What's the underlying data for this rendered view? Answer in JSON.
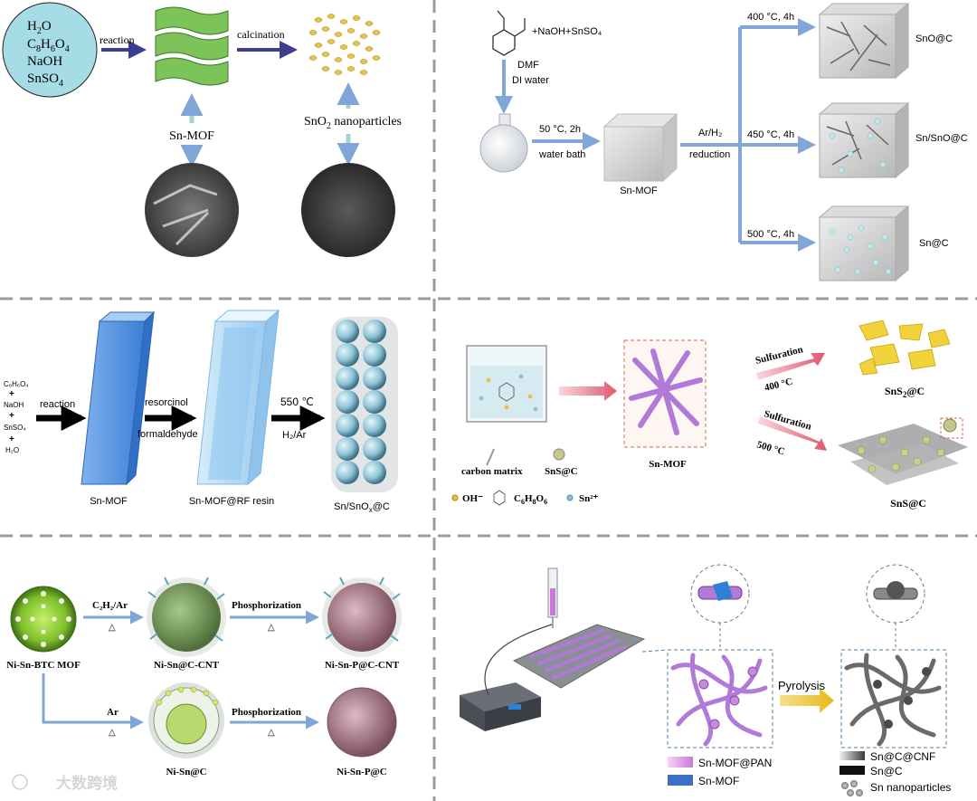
{
  "panel1": {
    "reagents": [
      "H",
      "O",
      "C",
      "H",
      "O",
      "NaOH",
      "SnSO"
    ],
    "reagent_lines": {
      "water": {
        "a": "H",
        "sub": "2",
        "b": "O"
      },
      "phthalic": {
        "a": "C",
        "s1": "8",
        "b": "H",
        "s2": "6",
        "c": "O",
        "s3": "4"
      },
      "naoh": "NaOH",
      "snso4": {
        "a": "SnSO",
        "sub": "4"
      }
    },
    "reaction": "reaction",
    "calcination": "calcination",
    "sn_mof": "Sn-MOF",
    "sno2": {
      "a": "SnO",
      "sub": "2",
      "b": " nanoparticles"
    }
  },
  "panel2": {
    "reagents": "+NaOH+SnSO₄",
    "dmf": "DMF",
    "water": "DI water",
    "cond1": "50 °C, 2h",
    "cond1b": "water bath",
    "cube_label": "Sn-MOF",
    "arh2": "Ar/H₂",
    "reduction": "reduction",
    "branches": [
      {
        "cond": "400 °C, 4h",
        "product": "SnO@C"
      },
      {
        "cond": "450 °C, 4h",
        "product": "Sn/SnO@C"
      },
      {
        "cond": "500 °C, 4h",
        "product": "Sn@C"
      }
    ]
  },
  "panel3": {
    "reagents": [
      "C₈H₆O₄",
      "NaOH",
      "SnSO₄",
      "H₂O"
    ],
    "reaction": "reaction",
    "resorcinol": "resorcinol",
    "formaldehyde": "formaldehyde",
    "temp": "550 ℃",
    "gas": "H₂/Ar",
    "label1": "Sn-MOF",
    "label2": "Sn-MOF@RF resin",
    "label3": {
      "a": "Sn/SnO",
      "sub": "x",
      "b": "@C"
    }
  },
  "panel4": {
    "sulf1": "Sulfuration",
    "temp1": "400 °C",
    "sulf2": "Sulfuration",
    "temp2": "500 °C",
    "product1": {
      "a": "SnS",
      "sub": "2",
      "b": "@C"
    },
    "product2": "SnS@C",
    "mof": "Sn-MOF",
    "legend_carbon": "carbon matrix",
    "legend_sns": "SnS@C",
    "legend_oh": "OH⁻",
    "legend_c6": {
      "a": "C",
      "s1": "6",
      "b": "H",
      "s2": "8",
      "c": "O",
      "s3": "6"
    },
    "legend_sn": "Sn²⁺"
  },
  "panel5": {
    "mof": "Ni-Sn-BTC MOF",
    "gas1": "C₂H₂/Ar",
    "delta": "△",
    "phos": "Phosphorization",
    "cnt": "Ni-Sn@C-CNT",
    "pcnt": "Ni-Sn-P@C-CNT",
    "gas2": "Ar",
    "snc": "Ni-Sn@C",
    "snpc": "Ni-Sn-P@C"
  },
  "panel6": {
    "pyrolysis": "Pyrolysis",
    "legend_pan": "Sn-MOF@PAN",
    "legend_mof": "Sn-MOF",
    "legend_cnf": "Sn@C@CNF",
    "legend_snc": "Sn@C",
    "legend_np": "Sn nanoparticles"
  },
  "watermark": "大数跨境",
  "colors": {
    "arrow_navy": "#3d3d8f",
    "arrow_blue": "#7fa6d6",
    "leaf_green": "#7cc35a",
    "cyan_circle": "#a6dce6",
    "mof_blue": "#4d8fe0",
    "purple": "#b07ad6",
    "gold": "#f1d23a",
    "divider": "#9a9a9a"
  }
}
